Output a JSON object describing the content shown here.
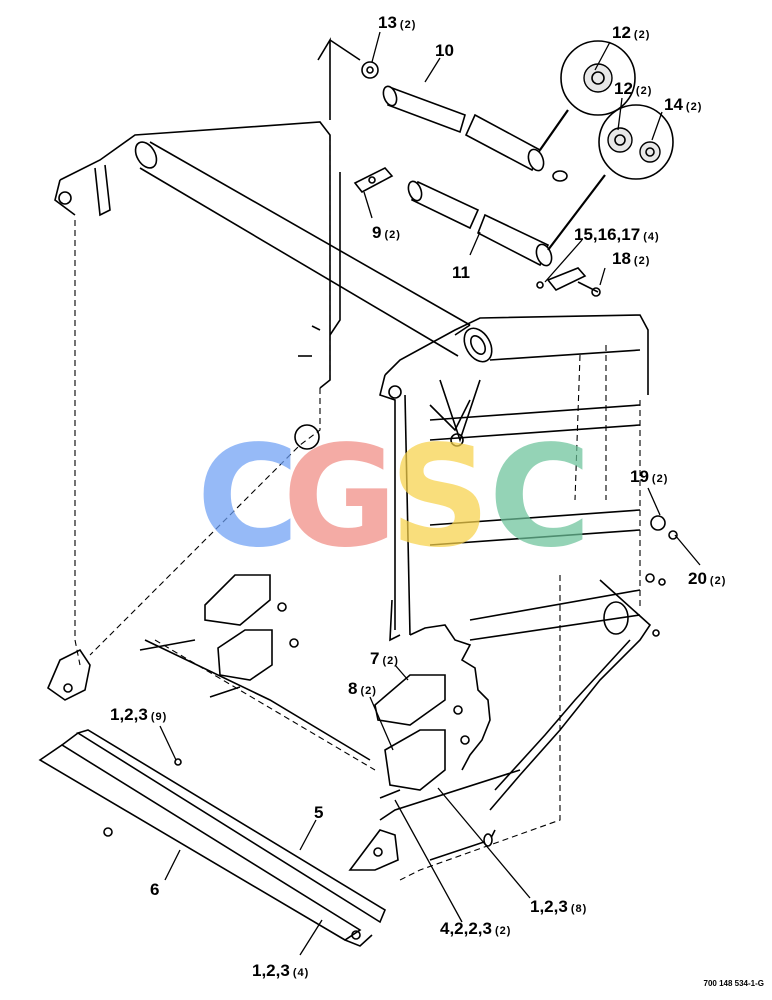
{
  "watermark": {
    "letters": [
      "C",
      "G",
      "S",
      "C"
    ],
    "colors": [
      "#6ea0f5",
      "#f08c83",
      "#f7d24b",
      "#6cc39a"
    ]
  },
  "figure_id": "700 148 534-1-G",
  "callouts": [
    {
      "num": "13",
      "qty": "(2)"
    },
    {
      "num": "10",
      "qty": ""
    },
    {
      "num": "12",
      "qty": "(2)"
    },
    {
      "num": "12",
      "qty": "(2)"
    },
    {
      "num": "14",
      "qty": "(2)"
    },
    {
      "num": "9",
      "qty": "(2)"
    },
    {
      "num": "11",
      "qty": ""
    },
    {
      "num": "15,16,17",
      "qty": "(4)"
    },
    {
      "num": "18",
      "qty": "(2)"
    },
    {
      "num": "19",
      "qty": "(2)"
    },
    {
      "num": "20",
      "qty": "(2)"
    },
    {
      "num": "7",
      "qty": "(2)"
    },
    {
      "num": "8",
      "qty": "(2)"
    },
    {
      "num": "1,2,3",
      "qty": "(9)"
    },
    {
      "num": "5",
      "qty": ""
    },
    {
      "num": "6",
      "qty": ""
    },
    {
      "num": "1,2,3",
      "qty": "(8)"
    },
    {
      "num": "4,2,2,3",
      "qty": "(2)"
    },
    {
      "num": "1,2,3",
      "qty": "(4)"
    }
  ]
}
